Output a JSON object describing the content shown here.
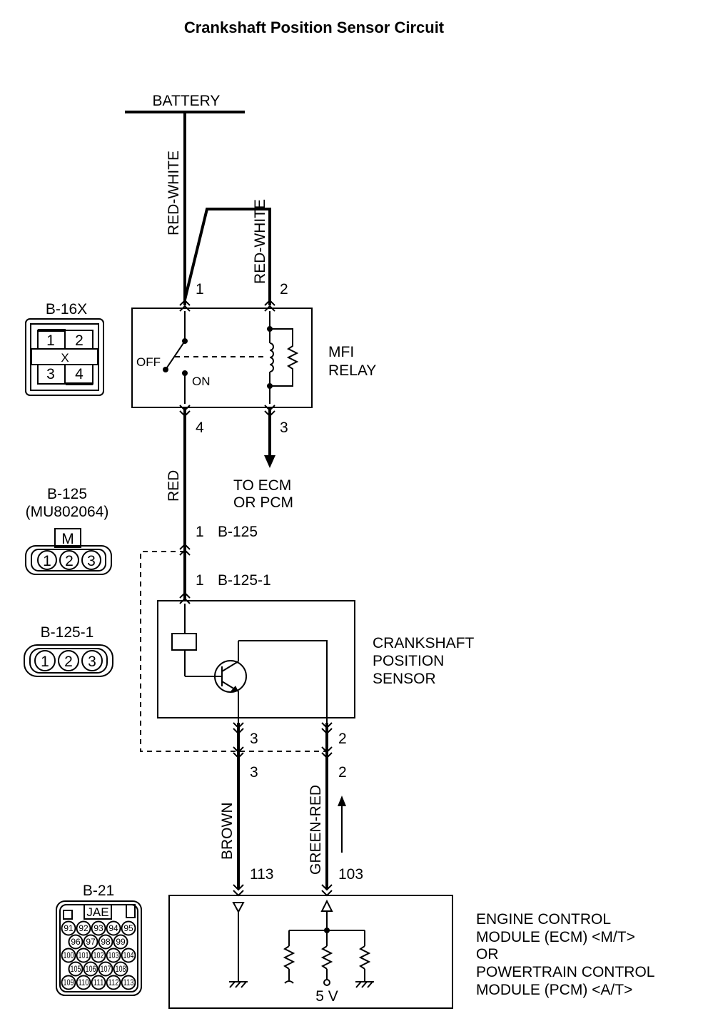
{
  "title": "Crankshaft Position Sensor Circuit",
  "battery_label": "BATTERY",
  "wires": {
    "battery_feed": "RED-WHITE",
    "relay_coil_feed": "RED-WHITE",
    "relay_output": "RED",
    "sensor_ground": "BROWN",
    "sensor_signal": "GREEN-RED"
  },
  "relay": {
    "name_line1": "MFI",
    "name_line2": "RELAY",
    "off_label": "OFF",
    "on_label": "ON",
    "pin1": "1",
    "pin2": "2",
    "pin3": "3",
    "pin4": "4",
    "to_ecm_line1": "TO ECM",
    "to_ecm_line2": "OR PCM"
  },
  "connectors": {
    "b16x": {
      "label": "B-16X",
      "pins": [
        "1",
        "2",
        "X",
        "3",
        "4"
      ]
    },
    "b125": {
      "label": "B-125",
      "part": "(MU802064)",
      "key": "M",
      "pins": [
        "1",
        "2",
        "3"
      ]
    },
    "b125_1": {
      "label": "B-125-1",
      "pins": [
        "1",
        "2",
        "3"
      ]
    },
    "b21": {
      "label": "B-21",
      "key": "JAE",
      "row1": [
        "91",
        "92",
        "93",
        "94",
        "95"
      ],
      "row2": [
        "96",
        "97",
        "98",
        "99"
      ],
      "row3": [
        "100",
        "101",
        "102",
        "103",
        "104"
      ],
      "row4": [
        "105",
        "106",
        "107",
        "108"
      ],
      "row5": [
        "109",
        "110",
        "111",
        "112",
        "113"
      ]
    }
  },
  "harness": {
    "b125_pin": "1",
    "b125_name": "B-125",
    "b125_1_pin": "1",
    "b125_1_name": "B-125-1",
    "sensor_pin3_upper": "3",
    "sensor_pin2_upper": "2",
    "sensor_pin3_lower": "3",
    "sensor_pin2_lower": "2",
    "ecm_pin_ground": "113",
    "ecm_pin_signal": "103"
  },
  "sensor": {
    "line1": "CRANKSHAFT",
    "line2": "POSITION",
    "line3": "SENSOR"
  },
  "ecm": {
    "line1": "ENGINE CONTROL",
    "line2": "MODULE (ECM) <M/T>",
    "line3": "OR",
    "line4": "POWERTRAIN CONTROL",
    "line5": "MODULE (PCM) <A/T>",
    "supply": "5 V"
  }
}
